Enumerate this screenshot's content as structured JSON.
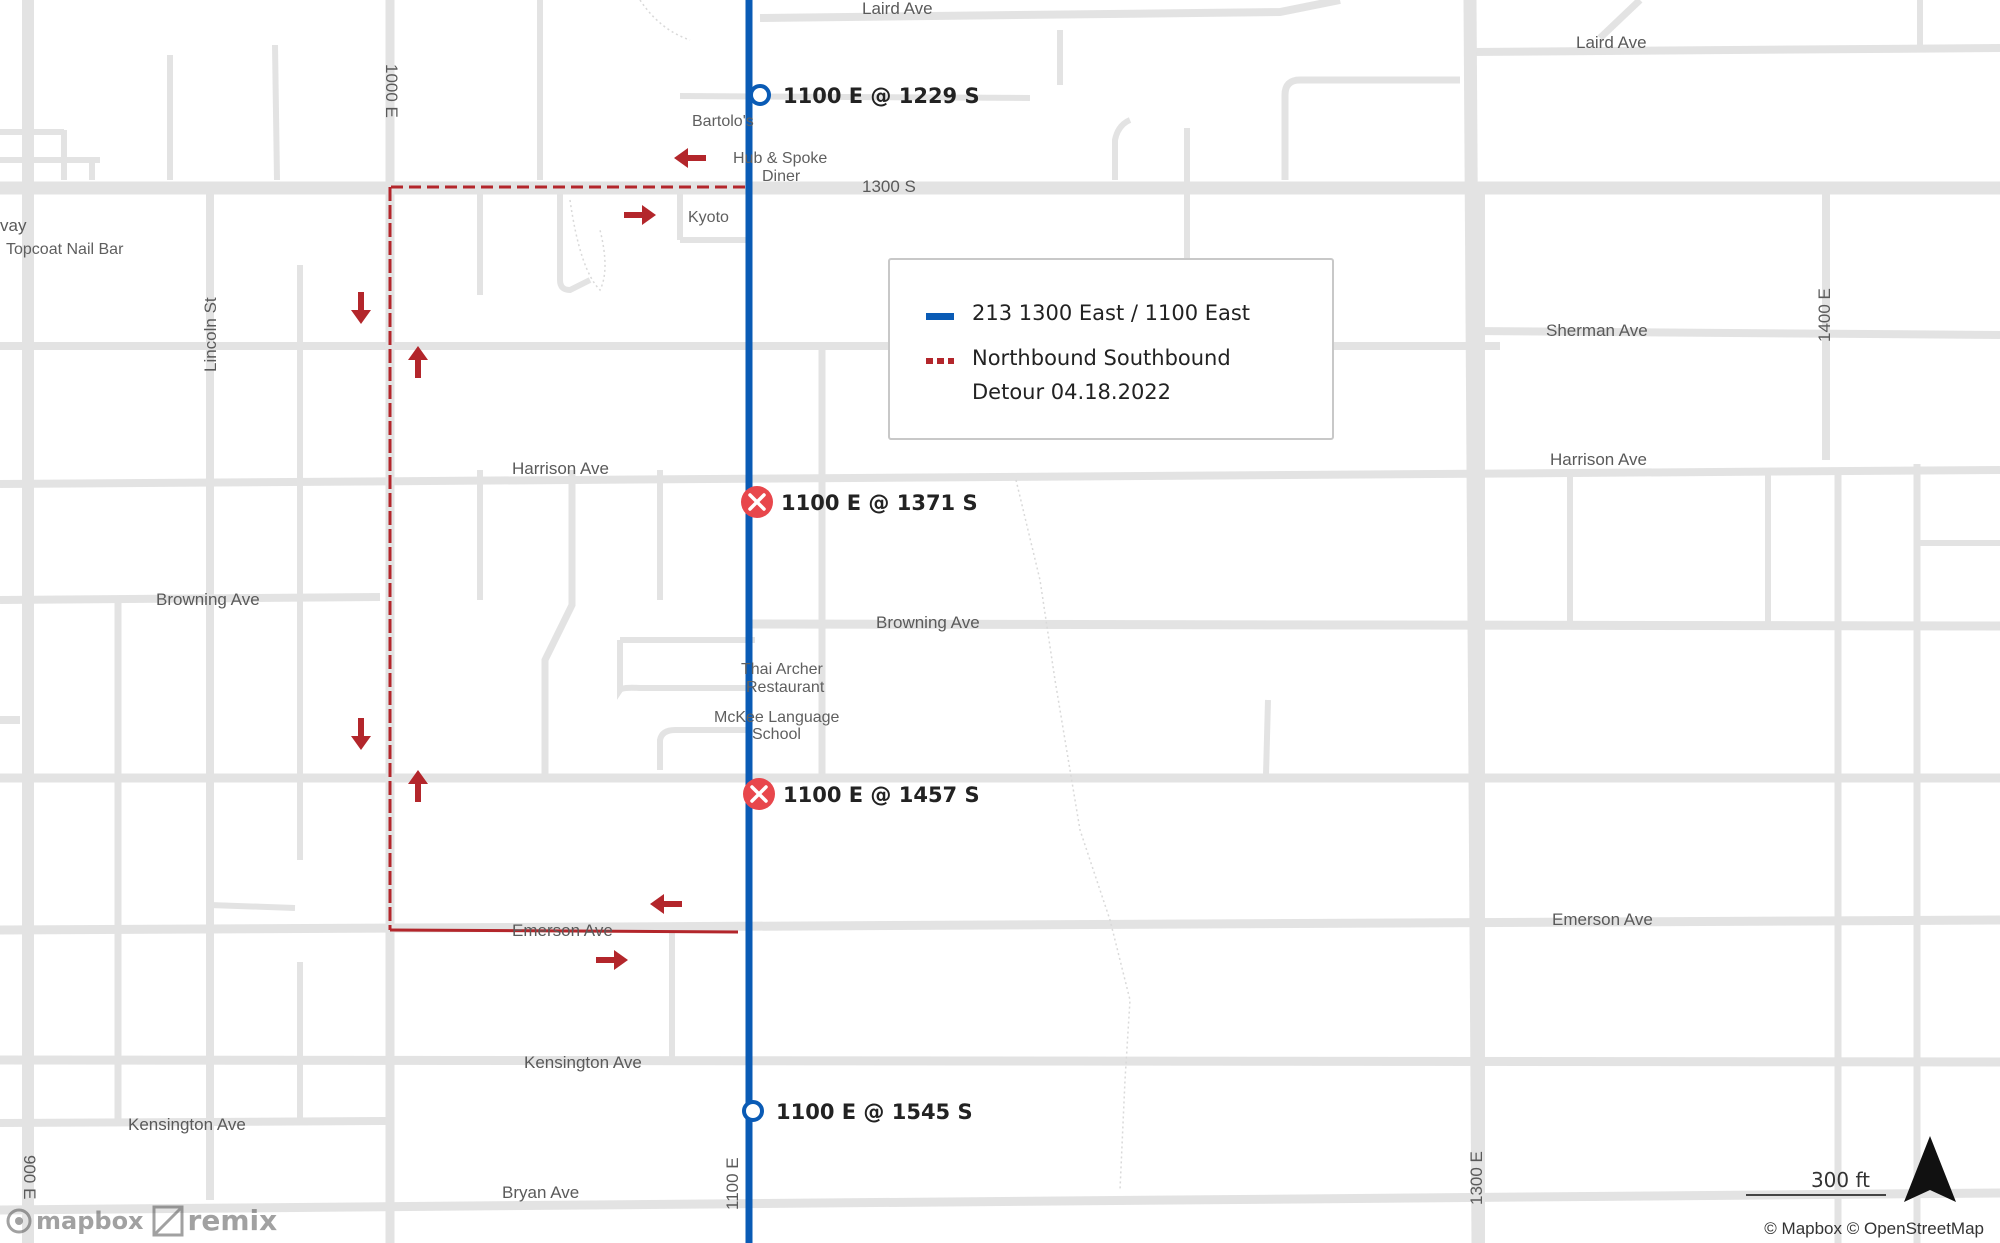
{
  "legend": {
    "items": [
      {
        "label": "213 1300 East / 1100 East",
        "color": "#0a5bb5",
        "style": "solid"
      },
      {
        "label_line1": "Northbound Southbound",
        "label_line2": "Detour 04.18.2022",
        "color": "#b3262b",
        "style": "dashed"
      }
    ]
  },
  "streets": {
    "laird_1": "Laird Ave",
    "laird_2": "Laird Ave",
    "s1300": "1300 S",
    "sherman": "Sherman Ave",
    "harrison_1": "Harrison Ave",
    "harrison_2": "Harrison Ave",
    "browning_1": "Browning Ave",
    "browning_2": "Browning Ave",
    "emerson_1": "Emerson Ave",
    "emerson_2": "Emerson Ave",
    "kensington_1": "Kensington Ave",
    "kensington_2": "Kensington Ave",
    "bryan": "Bryan Ave",
    "lincoln": "Lincoln St",
    "e1000": "1000 E",
    "e1100": "1100 E",
    "e1300": "1300 E",
    "e1400": "1400 E",
    "e900": "900 E",
    "way_fragment": "vay"
  },
  "pois": {
    "bartolos": "Bartolo's",
    "hub_line1": "Hub & Spoke",
    "hub_line2": "Diner",
    "kyoto": "Kyoto",
    "topcoat": "Topcoat Nail Bar",
    "thai_line1": "Thai Archer",
    "thai_line2": "Restaurant",
    "mckee_line1": "McKee Language",
    "mckee_line2": "School"
  },
  "stops": [
    {
      "label": "1100 E @ 1229 S",
      "status": "active"
    },
    {
      "label": "1100 E @ 1371 S",
      "status": "closed"
    },
    {
      "label": "1100 E @ 1457 S",
      "status": "closed"
    },
    {
      "label": "1100 E @ 1545 S",
      "status": "active"
    }
  ],
  "scale": {
    "label": "300 ft"
  },
  "attribution": {
    "left_logo_1": "mapbox",
    "left_logo_2": "remix",
    "right": "© Mapbox © OpenStreetMap"
  },
  "colors": {
    "route": "#0a5bb5",
    "detour": "#b3262b",
    "closed_stop": "#e8474c",
    "road": "#e3e3e3"
  },
  "icons": {
    "north_arrow": "north-arrow-icon",
    "closed_stop": "x-circle-icon",
    "active_stop": "ring-icon",
    "direction_arrow": "arrow-icon"
  }
}
